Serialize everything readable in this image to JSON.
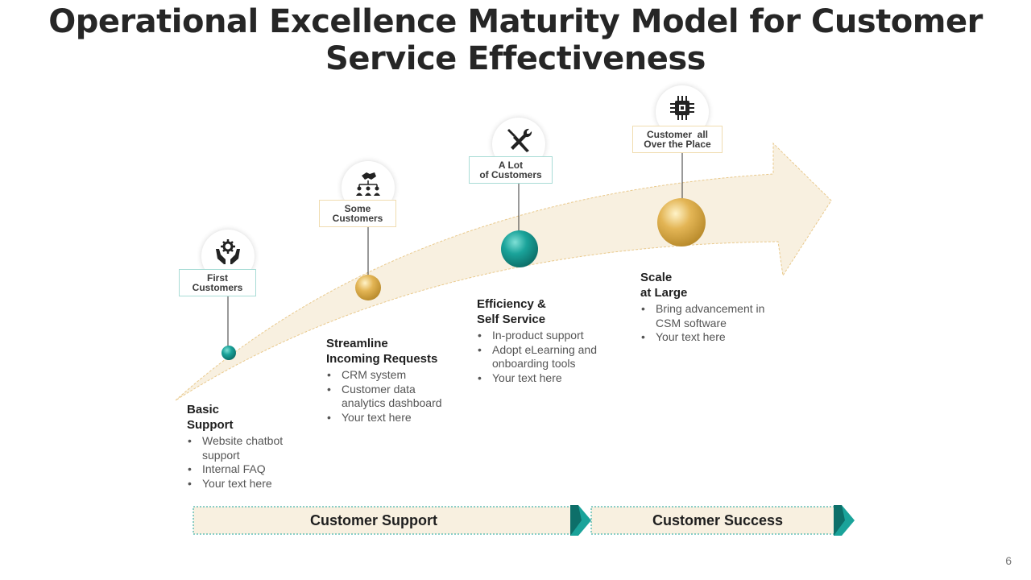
{
  "title": {
    "line1": "Operational Excellence Maturity Model for Customer",
    "line2": "Service Effectiveness"
  },
  "milestones": [
    {
      "label_line1": "First",
      "label_line2": "Customers",
      "icon": "gear-in-hands-icon",
      "ball_color": "#1aa39a"
    },
    {
      "label_line1": "Some",
      "label_line2": "Customers",
      "icon": "handshake-team-icon",
      "ball_color": "#e3b555"
    },
    {
      "label_line1": "A Lot",
      "label_line2": "of Customers",
      "icon": "tools-icon",
      "ball_color": "#1aa39a"
    },
    {
      "label_line1": "Customer  all",
      "label_line2": "Over the Place",
      "icon": "chip-icon",
      "ball_color": "#e3b555"
    }
  ],
  "stages": [
    {
      "heading_line1": "Basic",
      "heading_line2": "Support",
      "bullets": [
        "Website chatbot support",
        "Internal FAQ",
        "Your text here"
      ]
    },
    {
      "heading_line1": "Streamline",
      "heading_line2": "Incoming Requests",
      "bullets": [
        "CRM system",
        "Customer data analytics dashboard",
        "Your text here"
      ]
    },
    {
      "heading_line1": "Efficiency &",
      "heading_line2": "Self Service",
      "bullets": [
        "In-product support",
        "Adopt eLearning and onboarding tools",
        "Your text here"
      ]
    },
    {
      "heading_line1": "Scale",
      "heading_line2": "at Large",
      "bullets": [
        "Bring advancement in CSM software",
        "Your text here"
      ]
    }
  ],
  "bottom_bar": {
    "left_label": "Customer Support",
    "right_label": "Customer Success"
  },
  "page_number": "6",
  "colors": {
    "teal": "#1aa39a",
    "gold": "#e3b555",
    "cream": "#f8f0e0",
    "title": "#262626"
  }
}
